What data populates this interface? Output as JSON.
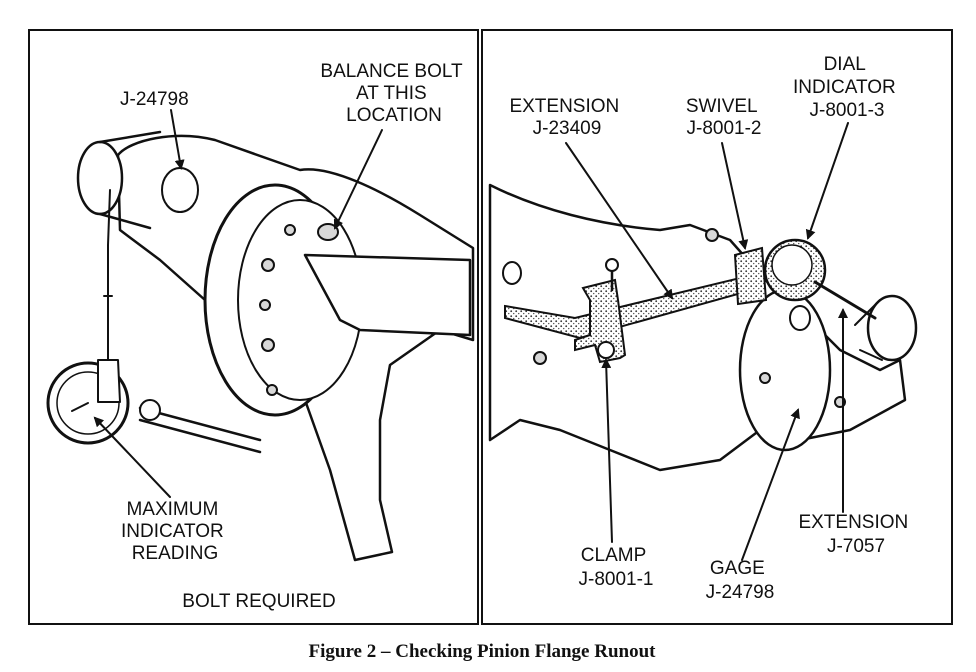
{
  "figure_caption": "Figure 2 – Checking Pinion Flange Runout",
  "left_panel": {
    "tool_label": "J-24798",
    "balance_bolt_label": [
      "BALANCE BOLT",
      "AT THIS",
      "LOCATION"
    ],
    "max_reading_label": [
      "MAXIMUM",
      "INDICATOR",
      "READING"
    ],
    "bolt_required_label": "BOLT REQUIRED"
  },
  "right_panel": {
    "extension_top_label": [
      "EXTENSION",
      "J-23409"
    ],
    "swivel_label": [
      "SWIVEL",
      "J-8001-2"
    ],
    "dial_indicator_label": [
      "DIAL",
      "INDICATOR",
      "J-8001-3"
    ],
    "extension_right_label": [
      "EXTENSION",
      "J-7057"
    ],
    "clamp_label": [
      "CLAMP",
      "J-8001-1"
    ],
    "gage_label": [
      "GAGE",
      "J-24798"
    ]
  }
}
